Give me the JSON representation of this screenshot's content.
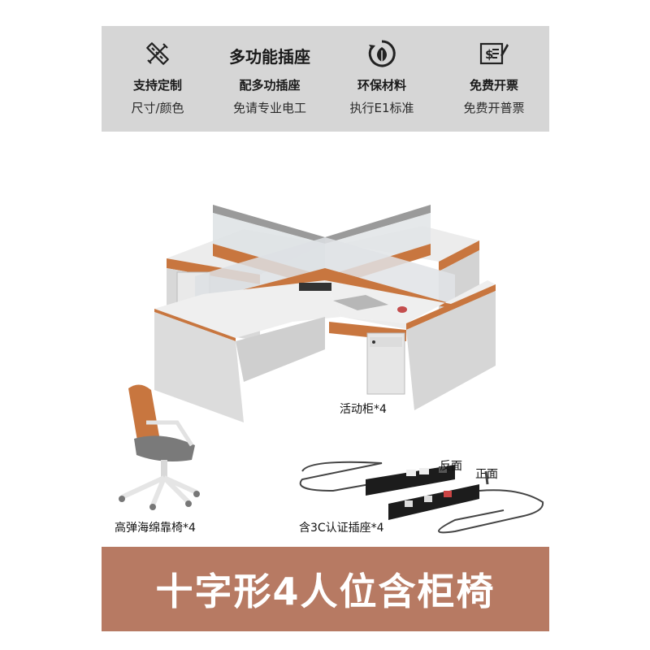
{
  "features": [
    {
      "title": "支持定制",
      "subtitle": "尺寸/颜色",
      "icon": "pencil-ruler-icon"
    },
    {
      "heading": "多功能插座",
      "title": "配多功插座",
      "subtitle": "免请专业电工"
    },
    {
      "title": "环保材料",
      "subtitle": "执行E1标准",
      "icon": "eco-leaf-icon"
    },
    {
      "title": "免费开票",
      "subtitle": "免费开普票",
      "icon": "invoice-icon"
    }
  ],
  "labels": {
    "cabinet": "活动柜*4",
    "chair": "高弹海绵靠椅*4",
    "socket": "含3C认证插座*4",
    "back_side": "反面",
    "front_side": "正面"
  },
  "banner": {
    "title": "十字形4人位含柜椅"
  },
  "colors": {
    "accent": "#b77a63",
    "panel": "#d6d6d6",
    "desk_top": "#efefef",
    "desk_side": "#dcdcdc",
    "trim": "#c8763f"
  }
}
